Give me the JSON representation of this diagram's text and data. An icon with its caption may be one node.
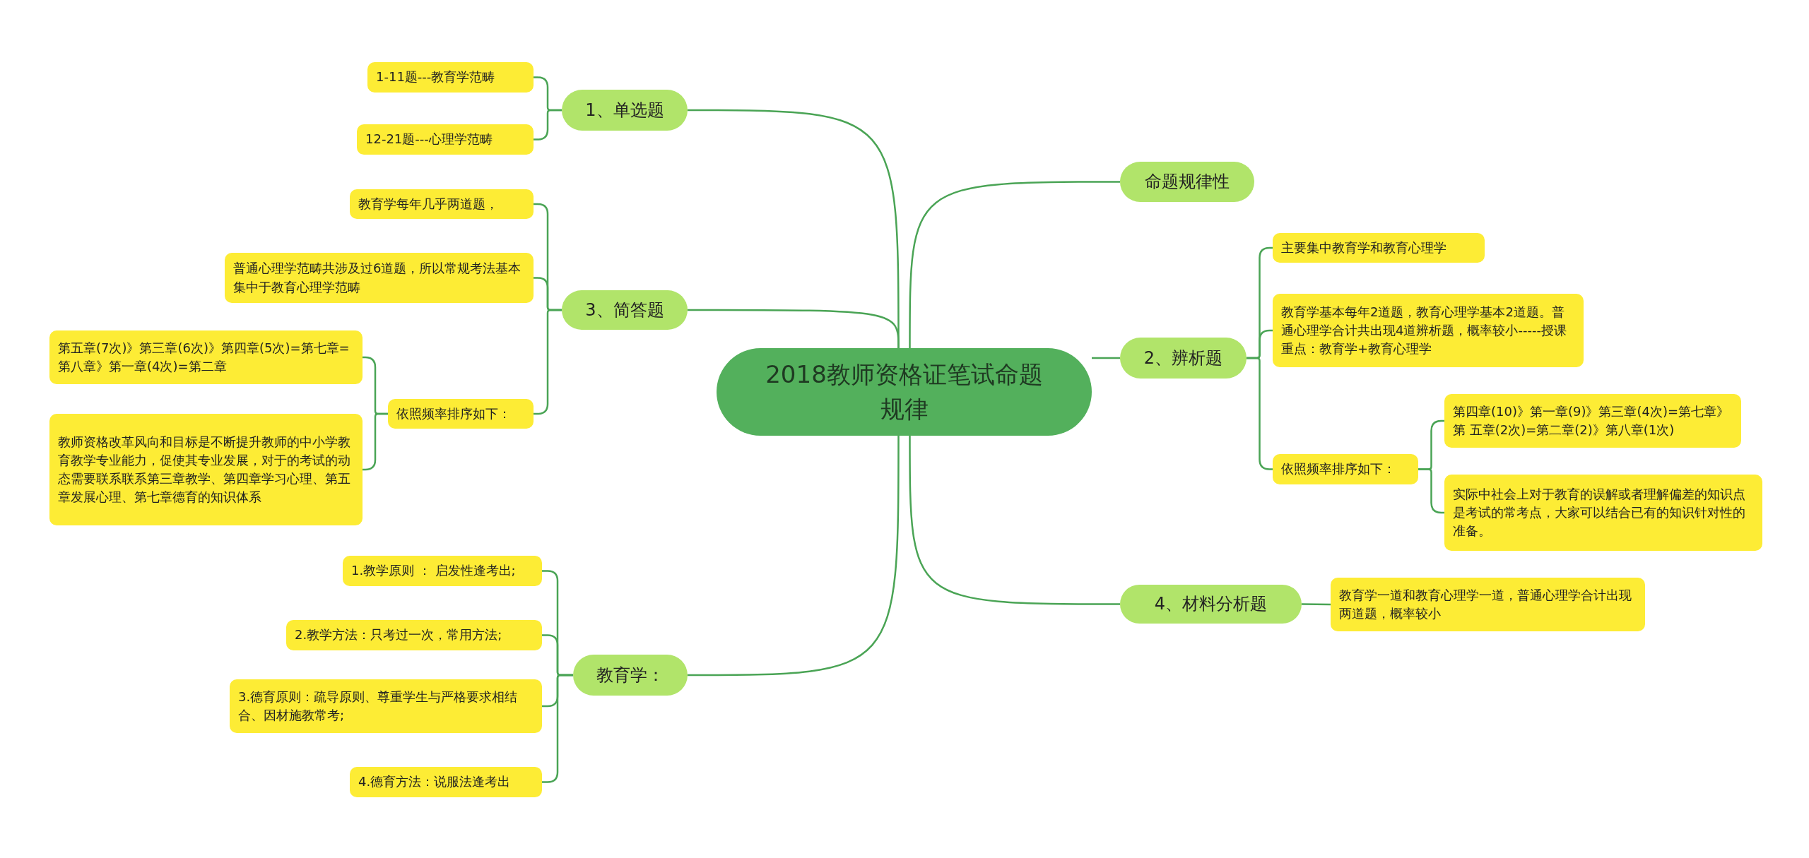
{
  "diagram": {
    "nodes": [
      {
        "text": [
          "2018教师资格证笔试命题规律"
        ]
      },
      {
        "text": [
          "1、单选题"
        ]
      },
      {
        "text": [
          "1-11题---教育学范畴"
        ]
      },
      {
        "text": [
          "12-21题---心理学范畴"
        ]
      },
      {
        "text": [
          "3、简答题"
        ]
      },
      {
        "text": [
          "教育学每年几乎两道题，"
        ]
      },
      {
        "text": [
          "普通心理学范畴共涉及过6道题，所以常规考法基本集中于教育心理学范畴"
        ]
      },
      {
        "text": [
          "依照频率排序如下："
        ]
      },
      {
        "text": [
          "第五章(7次)》第三章(6次)》第四章(5次)=第七章=第八章》第一章(4次)=第二章"
        ]
      },
      {
        "text": [
          "教师资格改革风向和目标是不断提升教师的中小学教育教学专业能力，促使其专业发展，对于的考试的动态需要联系联系第三章教学、第四章学习心理、第五章发展心理、第七章德育的知识体系"
        ]
      },
      {
        "text": [
          "教育学："
        ]
      },
      {
        "text": [
          "1.教学原则 ： 启发性逢考出;"
        ]
      },
      {
        "text": [
          "2.教学方法：只考过一次，常用方法;"
        ]
      },
      {
        "text": [
          "3.德育原则：疏导原则、尊重学生与严格要求相结合、因材施教常考;"
        ]
      },
      {
        "text": [
          "4.德育方法：说服法逢考出"
        ]
      },
      {
        "text": [
          "命题规律性"
        ]
      },
      {
        "text": [
          "2、辨析题"
        ]
      },
      {
        "text": [
          "主要集中教育学和教育心理学"
        ]
      },
      {
        "text": [
          "教育学基本每年2道题，教育心理学基本2道题。普通心理学合计共出现4道辨析题，概率较小-----授课重点：教育学+教育心理学"
        ]
      },
      {
        "text": [
          "依照频率排序如下："
        ]
      },
      {
        "text": [
          "第四章(10)》第一章(9)》第三章(4次)=第七章》第 五章(2次)=第二章(2)》第八章(1次)"
        ]
      },
      {
        "text": [
          "实际中社会上对于教育的误解或者理解偏差的知识点是考试的常考点，大家可以结合已有的知识针对性的准备。"
        ]
      },
      {
        "text": [
          "4、材料分析题"
        ]
      },
      {
        "text": [
          "教育学一道和教育心理学一道，普通心理学合计出现两道题，概率较小"
        ]
      }
    ],
    "edges": [
      {
        "from": 0,
        "to": 1,
        "arrow": "none"
      },
      {
        "from": 1,
        "to": 2,
        "arrow": "none"
      },
      {
        "from": 1,
        "to": 3,
        "arrow": "none"
      },
      {
        "from": 0,
        "to": 4,
        "arrow": "none"
      },
      {
        "from": 4,
        "to": 5,
        "arrow": "none"
      },
      {
        "from": 4,
        "to": 6,
        "arrow": "none"
      },
      {
        "from": 4,
        "to": 7,
        "arrow": "none"
      },
      {
        "from": 7,
        "to": 8,
        "arrow": "none"
      },
      {
        "from": 7,
        "to": 9,
        "arrow": "none"
      },
      {
        "from": 0,
        "to": 10,
        "arrow": "none"
      },
      {
        "from": 10,
        "to": 11,
        "arrow": "none"
      },
      {
        "from": 10,
        "to": 12,
        "arrow": "none"
      },
      {
        "from": 10,
        "to": 13,
        "arrow": "none"
      },
      {
        "from": 10,
        "to": 14,
        "arrow": "none"
      },
      {
        "from": 0,
        "to": 15,
        "arrow": "none"
      },
      {
        "from": 0,
        "to": 16,
        "arrow": "none"
      },
      {
        "from": 16,
        "to": 17,
        "arrow": "none"
      },
      {
        "from": 16,
        "to": 18,
        "arrow": "none"
      },
      {
        "from": 16,
        "to": 19,
        "arrow": "none"
      },
      {
        "from": 19,
        "to": 20,
        "arrow": "none"
      },
      {
        "from": 19,
        "to": 21,
        "arrow": "none"
      },
      {
        "from": 0,
        "to": 22,
        "arrow": "none"
      },
      {
        "from": 22,
        "to": 23,
        "arrow": "none"
      }
    ]
  }
}
